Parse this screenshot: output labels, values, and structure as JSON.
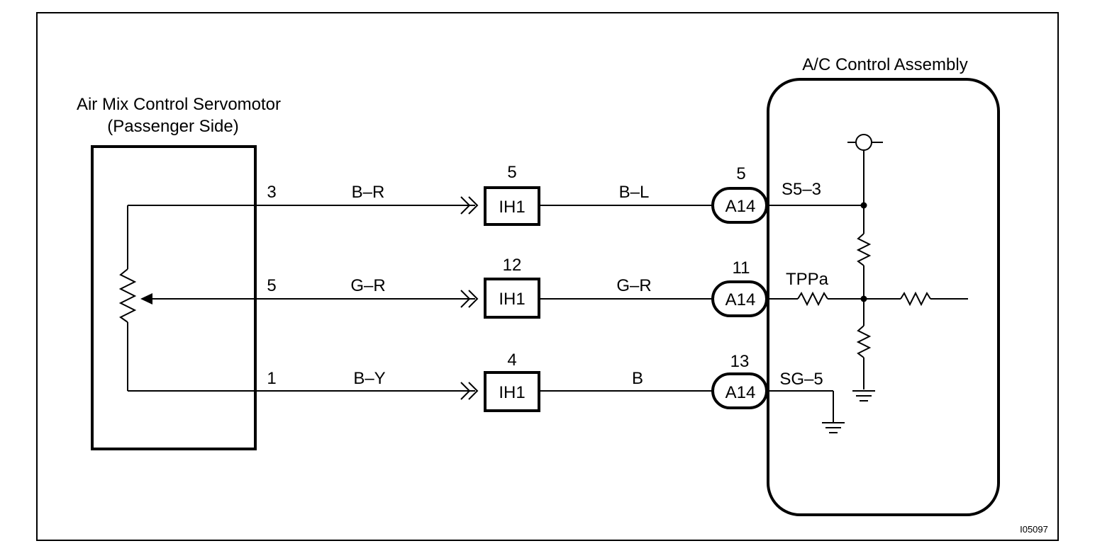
{
  "servomotor": {
    "title_line1": "Air Mix Control Servomotor",
    "title_line2": "(Passenger Side)"
  },
  "ac_control": {
    "title": "A/C Control Assembly"
  },
  "wires": [
    {
      "servo_pin": "3",
      "wire_color_left": "B–R",
      "ih_pin": "5",
      "ih_label": "IH1",
      "wire_color_right": "B–L",
      "a_pin": "5",
      "a_label": "A14",
      "terminal": "S5–3"
    },
    {
      "servo_pin": "5",
      "wire_color_left": "G–R",
      "ih_pin": "12",
      "ih_label": "IH1",
      "wire_color_right": "G–R",
      "a_pin": "11",
      "a_label": "A14",
      "terminal": "TPPa"
    },
    {
      "servo_pin": "1",
      "wire_color_left": "B–Y",
      "ih_pin": "4",
      "ih_label": "IH1",
      "wire_color_right": "B",
      "a_pin": "13",
      "a_label": "A14",
      "terminal": "SG–5"
    }
  ],
  "figure_id": "I05097"
}
